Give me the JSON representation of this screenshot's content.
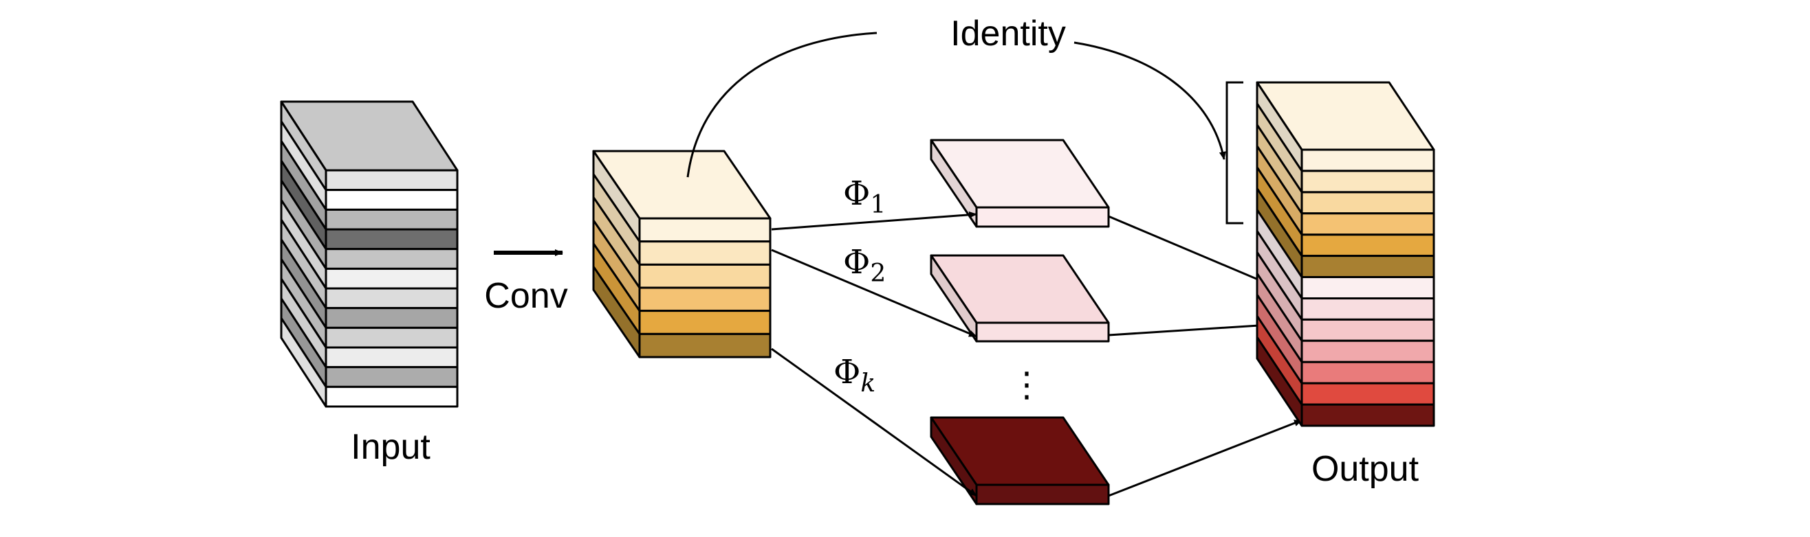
{
  "labels": {
    "input": "Input",
    "conv": "Conv",
    "identity": "Identity",
    "output": "Output",
    "phi_symbol": "Φ",
    "phi_1_sub": "1",
    "phi_2_sub": "2",
    "phi_k_sub": "k",
    "ellipsis": "⋮"
  },
  "colors": {
    "input_top": "#c8c8c8",
    "input_layers": [
      "#e4e4e4",
      "#ffffff",
      "#b8b8b8",
      "#6e6e6e",
      "#c4c4c4",
      "#f0f0f0",
      "#dcdcdc",
      "#a6a6a6",
      "#d2d2d2",
      "#ececec",
      "#acacac",
      "#ffffff"
    ],
    "conv_top": "#fdf3df",
    "conv_layers": [
      "#fdf3df",
      "#fbe7c0",
      "#f9d9a0",
      "#f4c273",
      "#e5a840",
      "#a88031"
    ],
    "phi_1": {
      "top": "#fbeff0",
      "front": "#fcebed"
    },
    "phi_2": {
      "top": "#f7dadd",
      "front": "#f9e1e3"
    },
    "phi_k": {
      "top": "#6b100e",
      "front": "#621111"
    },
    "output_top": "#fdf3df",
    "output_layers": [
      "#fdf3df",
      "#fbe7c0",
      "#f9d9a0",
      "#f4c273",
      "#e5a840",
      "#a88031",
      "#fbeff0",
      "#f8dde0",
      "#f5c7ca",
      "#f0a8ab",
      "#e97b7b",
      "#e04a3f",
      "#6e1512"
    ]
  }
}
